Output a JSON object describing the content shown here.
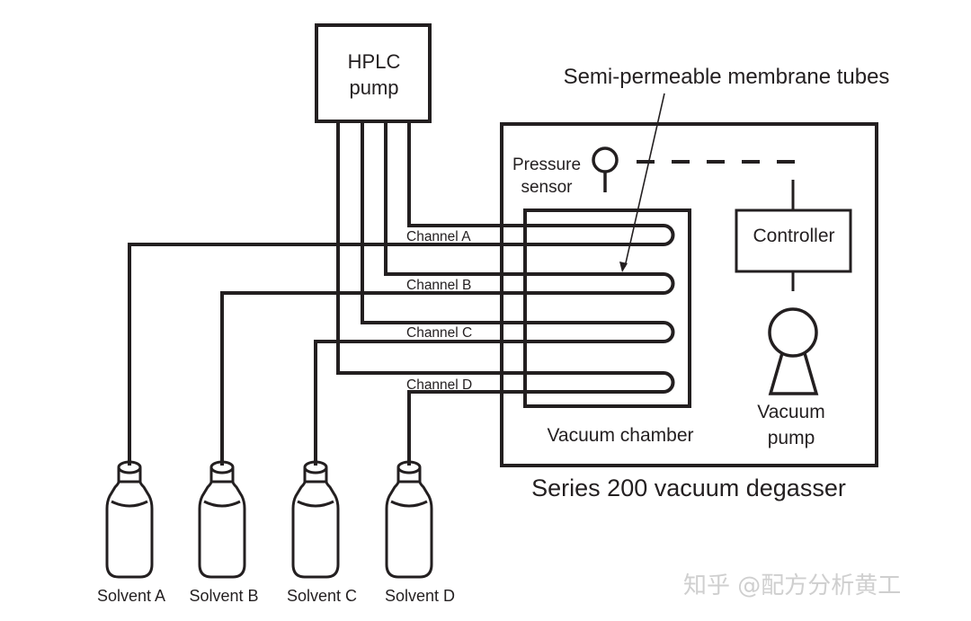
{
  "hplc_pump": {
    "line1": "HPLC",
    "line2": "pump"
  },
  "membrane_label": "Semi-permeable membrane tubes",
  "pressure_sensor": {
    "line1": "Pressure",
    "line2": "sensor"
  },
  "controller_label": "Controller",
  "vacuum_pump": {
    "line1": "Vacuum",
    "line2": "pump"
  },
  "vacuum_chamber_label": "Vacuum chamber",
  "degasser_label": "Series 200 vacuum degasser",
  "channels": [
    {
      "label": "Channel A"
    },
    {
      "label": "Channel B"
    },
    {
      "label": "Channel C"
    },
    {
      "label": "Channel D"
    }
  ],
  "solvents": [
    {
      "label": "Solvent A"
    },
    {
      "label": "Solvent B"
    },
    {
      "label": "Solvent C"
    },
    {
      "label": "Solvent D"
    }
  ],
  "watermark": "知乎 @配方分析黄工",
  "colors": {
    "ink": "#231f20",
    "watermark": "#cfcfcf",
    "background": "#ffffff"
  }
}
